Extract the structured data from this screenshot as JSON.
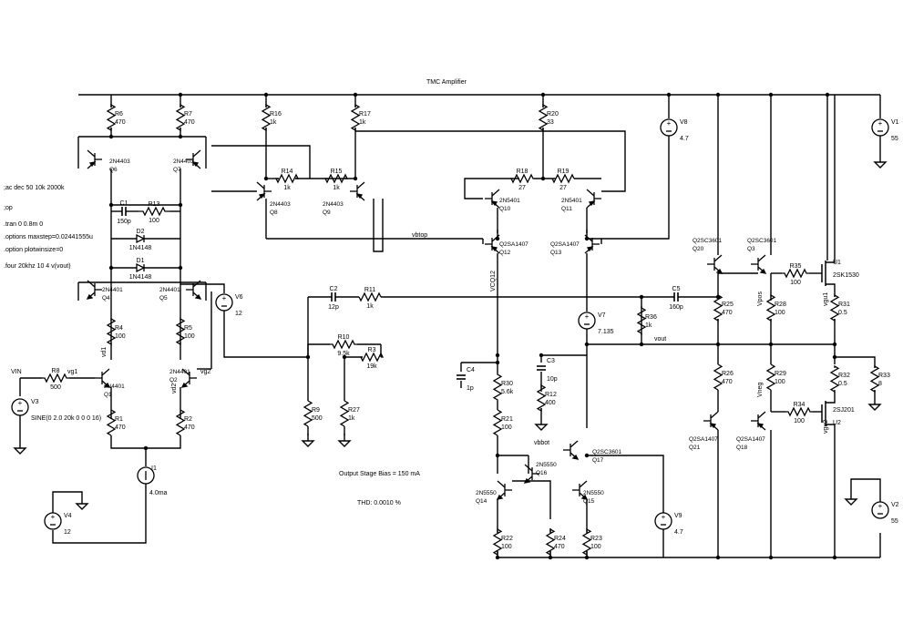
{
  "title": "TMC Amplifier",
  "directives": [
    ";ac dec 50 10k 2000k",
    ";op",
    ".tran 0 0.8m 0",
    ".options maxstep=0.02441555u",
    ".option plotwinsize=0",
    ".four 20khz 10 4 v(vout)"
  ],
  "notes": {
    "bias": "Output Stage Bias = 150 mA",
    "thd": "THD: 0.0010 %"
  },
  "nets": {
    "vin": "VIN",
    "vg1": "vg1",
    "vg2": "vg2",
    "vd1": "vd1",
    "vd2": "vd2",
    "vbtop": "vbtop",
    "vbbot": "vbbot",
    "vcq12": "VCQ12",
    "vout": "vout",
    "vpos": "Vpos",
    "vneg": "Vneg",
    "vgu1": "vgu1",
    "vgu2": "vgu2"
  },
  "resistors": {
    "R1": {
      "name": "R1",
      "value": "470"
    },
    "R2": {
      "name": "R2",
      "value": "470"
    },
    "R3": {
      "name": "R3",
      "value": "19k"
    },
    "R4": {
      "name": "R4",
      "value": "100"
    },
    "R5": {
      "name": "R5",
      "value": "100"
    },
    "R6": {
      "name": "R6",
      "value": "470"
    },
    "R7": {
      "name": "R7",
      "value": "470"
    },
    "R8": {
      "name": "R8",
      "value": "500"
    },
    "R9": {
      "name": "R9",
      "value": "500"
    },
    "R10": {
      "name": "R10",
      "value": "9.5k"
    },
    "R11": {
      "name": "R11",
      "value": "1k"
    },
    "R12": {
      "name": "R12",
      "value": "400"
    },
    "R13": {
      "name": "R13",
      "value": "100"
    },
    "R14": {
      "name": "R14",
      "value": "1k"
    },
    "R15": {
      "name": "R15",
      "value": "1k"
    },
    "R16": {
      "name": "R16",
      "value": "1k"
    },
    "R17": {
      "name": "R17",
      "value": "1k"
    },
    "R18": {
      "name": "R18",
      "value": "27"
    },
    "R19": {
      "name": "R19",
      "value": "27"
    },
    "R20": {
      "name": "R20",
      "value": "33"
    },
    "R21": {
      "name": "R21",
      "value": "100"
    },
    "R22": {
      "name": "R22",
      "value": "100"
    },
    "R23": {
      "name": "R23",
      "value": "100"
    },
    "R24": {
      "name": "R24",
      "value": "470"
    },
    "R25": {
      "name": "R25",
      "value": "470"
    },
    "R26": {
      "name": "R26",
      "value": "470"
    },
    "R27": {
      "name": "R27",
      "value": "1k"
    },
    "R28": {
      "name": "R28",
      "value": "100"
    },
    "R29": {
      "name": "R29",
      "value": "100"
    },
    "R30": {
      "name": "R30",
      "value": "5.6k"
    },
    "R31": {
      "name": "R31",
      "value": "0.5"
    },
    "R32": {
      "name": "R32",
      "value": "0.5"
    },
    "R33": {
      "name": "R33",
      "value": "8"
    },
    "R34": {
      "name": "R34",
      "value": "100"
    },
    "R35": {
      "name": "R35",
      "value": "100"
    },
    "R36": {
      "name": "R36",
      "value": "1k"
    }
  },
  "capacitors": {
    "C1": {
      "name": "C1",
      "value": "150p"
    },
    "C2": {
      "name": "C2",
      "value": "12p"
    },
    "C3": {
      "name": "C3",
      "value": "10p"
    },
    "C4": {
      "name": "C4",
      "value": "1p"
    },
    "C5": {
      "name": "C5",
      "value": "160p"
    }
  },
  "diodes": {
    "D1": {
      "name": "D1",
      "part": "1N4148"
    },
    "D2": {
      "name": "D2",
      "part": "1N4148"
    }
  },
  "transistors": {
    "Q1": {
      "name": "Q1",
      "part": "2N4401"
    },
    "Q2": {
      "name": "Q2",
      "part": "2N4401"
    },
    "Q3": {
      "name": "Q3",
      "part": "Q2SC3601"
    },
    "Q4": {
      "name": "Q4",
      "part": "2N4401"
    },
    "Q5": {
      "name": "Q5",
      "part": "2N4401"
    },
    "Q6": {
      "name": "Q6",
      "part": "2N4403"
    },
    "Q7": {
      "name": "Q7",
      "part": "2N4403"
    },
    "Q8": {
      "name": "Q8",
      "part": "2N4403"
    },
    "Q9": {
      "name": "Q9",
      "part": "2N4403"
    },
    "Q10": {
      "name": "Q10",
      "part": "2N5401"
    },
    "Q11": {
      "name": "Q11",
      "part": "2N5401"
    },
    "Q12": {
      "name": "Q12",
      "part": "Q2SA1407"
    },
    "Q13": {
      "name": "Q13",
      "part": "Q2SA1407"
    },
    "Q14": {
      "name": "Q14",
      "part": "2N5550"
    },
    "Q15": {
      "name": "Q15",
      "part": "2N5550"
    },
    "Q16": {
      "name": "Q16",
      "part": "2N5550"
    },
    "Q17": {
      "name": "Q17",
      "part": "Q2SC3601"
    },
    "Q18": {
      "name": "Q18",
      "part": "Q2SA1407"
    },
    "Q20": {
      "name": "Q20",
      "part": "Q2SC3601"
    },
    "Q21": {
      "name": "Q21",
      "part": "Q2SA1407"
    },
    "U1": {
      "name": "U1",
      "part": "2SK1530"
    },
    "U2": {
      "name": "U2",
      "part": "2SJ201"
    }
  },
  "sources": {
    "V1": {
      "name": "V1",
      "value": "55"
    },
    "V2": {
      "name": "V2",
      "value": "55"
    },
    "V3": {
      "name": "V3",
      "value": "SINE(0 2.0 20k 0 0 0 16)"
    },
    "V4": {
      "name": "V4",
      "value": "12"
    },
    "V6": {
      "name": "V6",
      "value": "12"
    },
    "V7": {
      "name": "V7",
      "value": "7.135"
    },
    "V8": {
      "name": "V8",
      "value": "4.7"
    },
    "V9": {
      "name": "V9",
      "value": "4.7"
    },
    "I1": {
      "name": "I1",
      "value": "4.0ma"
    }
  }
}
